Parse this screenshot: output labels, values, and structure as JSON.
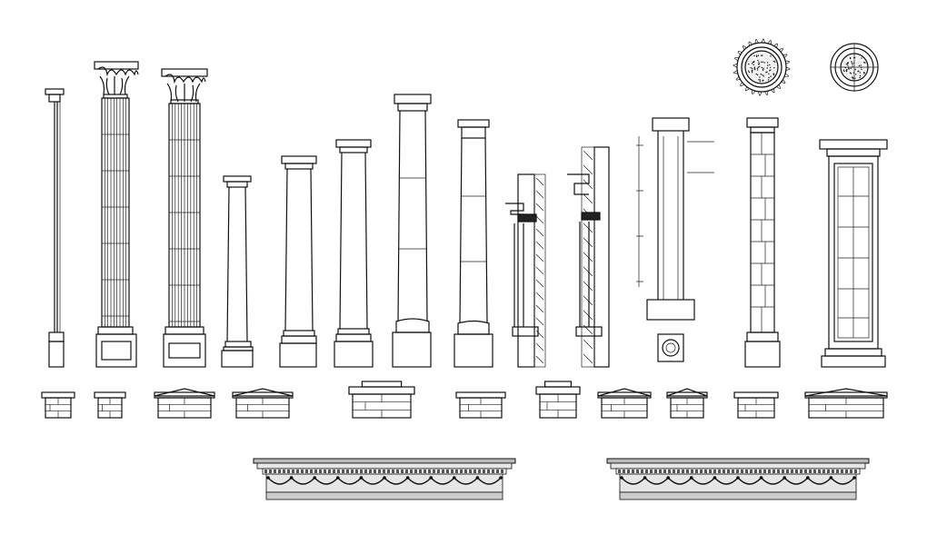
{
  "sheet": {
    "stroke": "#111111",
    "background": "#ffffff",
    "entablature_fill": "#e6e6e6",
    "columns": [
      "thin-pilaster",
      "corinthian-fluted",
      "corinthian-fluted",
      "tuscan",
      "tuscan",
      "tuscan",
      "tall-tuscan",
      "tall-tuscan",
      "wall-section",
      "wall-section",
      "detail-section",
      "rusticated-pier",
      "panelled-pier"
    ],
    "column_tops": [
      {
        "name": "top-a"
      },
      {
        "name": "top-b"
      },
      {
        "name": "top-c"
      },
      {
        "name": "top-d"
      },
      {
        "name": "top-e"
      },
      {
        "name": "top-f"
      },
      {
        "name": "top-g"
      },
      {
        "name": "top-h"
      },
      {
        "name": "top-i"
      },
      {
        "name": "top-j"
      },
      {
        "name": "top-k"
      }
    ],
    "plan_icons": [
      "gear-plan-icon",
      "ring-plan-icon"
    ],
    "entablatures": [
      "swag-cornice",
      "swag-cornice"
    ]
  },
  "detail": {
    "note_top": "",
    "note_bottom": ""
  }
}
